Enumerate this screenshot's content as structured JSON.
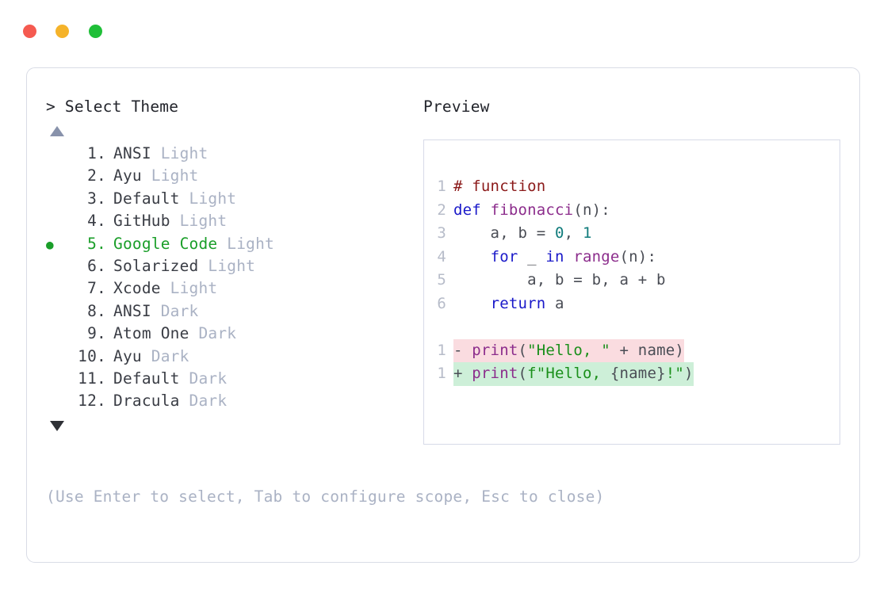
{
  "window": {
    "traffic_lights": [
      {
        "name": "close",
        "color": "#f55a50"
      },
      {
        "name": "minimize",
        "color": "#f5b32a"
      },
      {
        "name": "maximize",
        "color": "#1fbf38"
      }
    ]
  },
  "prompt": {
    "title": "> Select Theme",
    "scroll_up_icon": "triangle-up",
    "scroll_down_icon": "triangle-down",
    "hint": "(Use Enter to select, Tab to configure scope, Esc to close)"
  },
  "themes": [
    {
      "index": " 1.",
      "name": "ANSI",
      "variant": "Light",
      "selected": false,
      "bullet": ""
    },
    {
      "index": " 2.",
      "name": "Ayu",
      "variant": "Light",
      "selected": false,
      "bullet": ""
    },
    {
      "index": " 3.",
      "name": "Default",
      "variant": "Light",
      "selected": false,
      "bullet": ""
    },
    {
      "index": " 4.",
      "name": "GitHub",
      "variant": "Light",
      "selected": false,
      "bullet": ""
    },
    {
      "index": " 5.",
      "name": "Google Code",
      "variant": "Light",
      "selected": true,
      "bullet": "●"
    },
    {
      "index": " 6.",
      "name": "Solarized",
      "variant": "Light",
      "selected": false,
      "bullet": ""
    },
    {
      "index": " 7.",
      "name": "Xcode",
      "variant": "Light",
      "selected": false,
      "bullet": ""
    },
    {
      "index": " 8.",
      "name": "ANSI",
      "variant": "Dark",
      "selected": false,
      "bullet": ""
    },
    {
      "index": " 9.",
      "name": "Atom One",
      "variant": "Dark",
      "selected": false,
      "bullet": ""
    },
    {
      "index": "10.",
      "name": "Ayu",
      "variant": "Dark",
      "selected": false,
      "bullet": ""
    },
    {
      "index": "11.",
      "name": "Default",
      "variant": "Dark",
      "selected": false,
      "bullet": ""
    },
    {
      "index": "12.",
      "name": "Dracula",
      "variant": "Dark",
      "selected": false,
      "bullet": ""
    }
  ],
  "preview": {
    "title": "Preview",
    "code_lines": [
      {
        "n": "1",
        "tokens": [
          {
            "t": "# function",
            "c": "comment"
          }
        ]
      },
      {
        "n": "2",
        "tokens": [
          {
            "t": "def ",
            "c": "keyword"
          },
          {
            "t": "fibonacci",
            "c": "func"
          },
          {
            "t": "(n):",
            "c": "plain"
          }
        ]
      },
      {
        "n": "3",
        "tokens": [
          {
            "t": "    a, b = ",
            "c": "plain"
          },
          {
            "t": "0",
            "c": "number"
          },
          {
            "t": ", ",
            "c": "plain"
          },
          {
            "t": "1",
            "c": "number"
          }
        ]
      },
      {
        "n": "4",
        "tokens": [
          {
            "t": "    ",
            "c": "plain"
          },
          {
            "t": "for",
            "c": "keyword"
          },
          {
            "t": " _ ",
            "c": "plain"
          },
          {
            "t": "in",
            "c": "keyword"
          },
          {
            "t": " ",
            "c": "plain"
          },
          {
            "t": "range",
            "c": "builtin"
          },
          {
            "t": "(n):",
            "c": "plain"
          }
        ]
      },
      {
        "n": "5",
        "tokens": [
          {
            "t": "        a, b = b, a + b",
            "c": "plain"
          }
        ]
      },
      {
        "n": "6",
        "tokens": [
          {
            "t": "    ",
            "c": "plain"
          },
          {
            "t": "return",
            "c": "keyword"
          },
          {
            "t": " a",
            "c": "plain"
          }
        ]
      }
    ],
    "diff_lines": [
      {
        "n": "1",
        "kind": "del",
        "mark": "- ",
        "tokens": [
          {
            "t": "print",
            "c": "builtin"
          },
          {
            "t": "(",
            "c": "plain"
          },
          {
            "t": "\"Hello, \"",
            "c": "string"
          },
          {
            "t": " + name)",
            "c": "plain"
          }
        ]
      },
      {
        "n": "1",
        "kind": "add",
        "mark": "+ ",
        "tokens": [
          {
            "t": "print",
            "c": "builtin"
          },
          {
            "t": "(",
            "c": "plain"
          },
          {
            "t": "f\"Hello, ",
            "c": "string"
          },
          {
            "t": "{name}",
            "c": "plain"
          },
          {
            "t": "!\"",
            "c": "string"
          },
          {
            "t": ")",
            "c": "plain"
          }
        ]
      }
    ]
  },
  "colors": {
    "diff_removed_bg": "#fadce0",
    "diff_added_bg": "#cdefd8",
    "selected_green": "#1a9e29",
    "muted": "#aab2c4"
  }
}
